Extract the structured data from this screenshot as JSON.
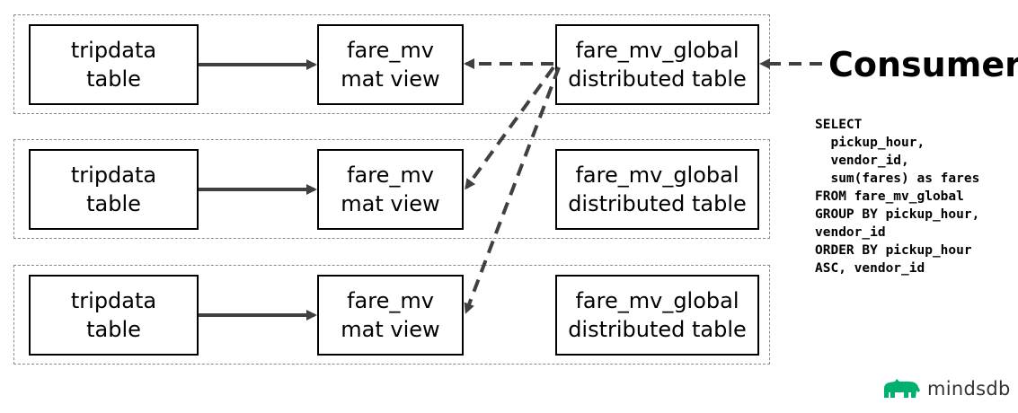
{
  "rows": [
    {
      "source": {
        "line1": "tripdata",
        "line2": "table"
      },
      "view": {
        "line1": "fare_mv",
        "line2": "mat view"
      },
      "global": {
        "line1": "fare_mv_global",
        "line2": "distributed table"
      }
    },
    {
      "source": {
        "line1": "tripdata",
        "line2": "table"
      },
      "view": {
        "line1": "fare_mv",
        "line2": "mat view"
      },
      "global": {
        "line1": "fare_mv_global",
        "line2": "distributed table"
      }
    },
    {
      "source": {
        "line1": "tripdata",
        "line2": "table"
      },
      "view": {
        "line1": "fare_mv",
        "line2": "mat view"
      },
      "global": {
        "line1": "fare_mv_global",
        "line2": "distributed table"
      }
    }
  ],
  "consumer": {
    "label": "Consumer"
  },
  "query": {
    "lines": [
      "SELECT",
      "  pickup_hour,",
      "  vendor_id,",
      "  sum(fares) as fares",
      "FROM fare_mv_global",
      "GROUP BY pickup_hour,",
      "vendor_id",
      "ORDER BY pickup_hour",
      "ASC, vendor_id"
    ]
  },
  "logo": {
    "text": "mindsdb",
    "color": "#00b06d"
  },
  "colors": {
    "arrow": "#404040",
    "border": "#000000",
    "container_border": "#8a8a8a"
  }
}
